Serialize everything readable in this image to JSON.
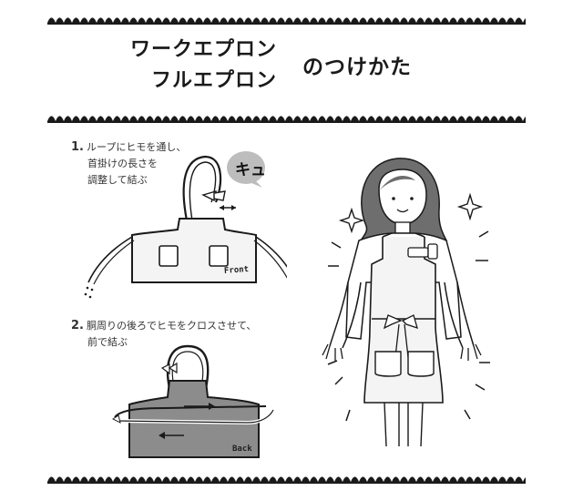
{
  "title": {
    "line1": "ワークエプロン",
    "line2": "フルエプロン",
    "suffix": "のつけかた"
  },
  "steps": [
    {
      "number": "1.",
      "lines": [
        "ループにヒモを通し、",
        "首掛けの長さを",
        "調整して結ぶ"
      ]
    },
    {
      "number": "2.",
      "lines": [
        "胴周りの後ろでヒモをクロスさせて、",
        "前で結ぶ"
      ]
    }
  ],
  "labels": {
    "bubble": "キュ",
    "front": "Front",
    "back": "Back"
  },
  "colors": {
    "line": "#1a1a1a",
    "apron_fill": "#f4f4f4",
    "apron_back_fill": "#8c8c8c",
    "bubble_fill": "#bdbdbd",
    "hair_fill": "#6e6e6e"
  }
}
